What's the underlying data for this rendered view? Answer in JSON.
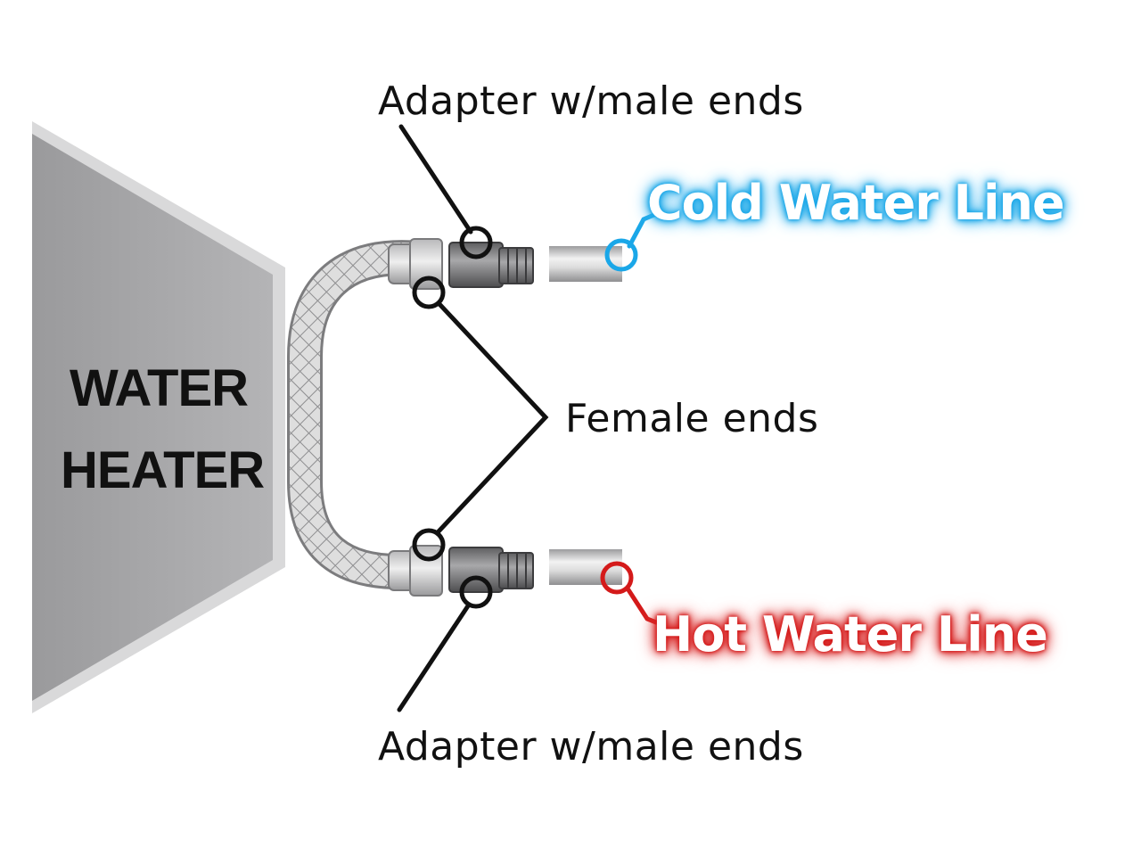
{
  "heater": {
    "line1": "WATER",
    "line2": "HEATER"
  },
  "labels": {
    "adapter_top": "Adapter w/male ends",
    "cold_line": "Cold Water Line",
    "female_ends": "Female ends",
    "hot_line": "Hot Water Line",
    "adapter_bottom": "Adapter w/male ends"
  },
  "colors": {
    "cold": "#1aa7e8",
    "hot": "#d41a1a",
    "heater": "#a9a9ab",
    "leader": "#111111"
  }
}
